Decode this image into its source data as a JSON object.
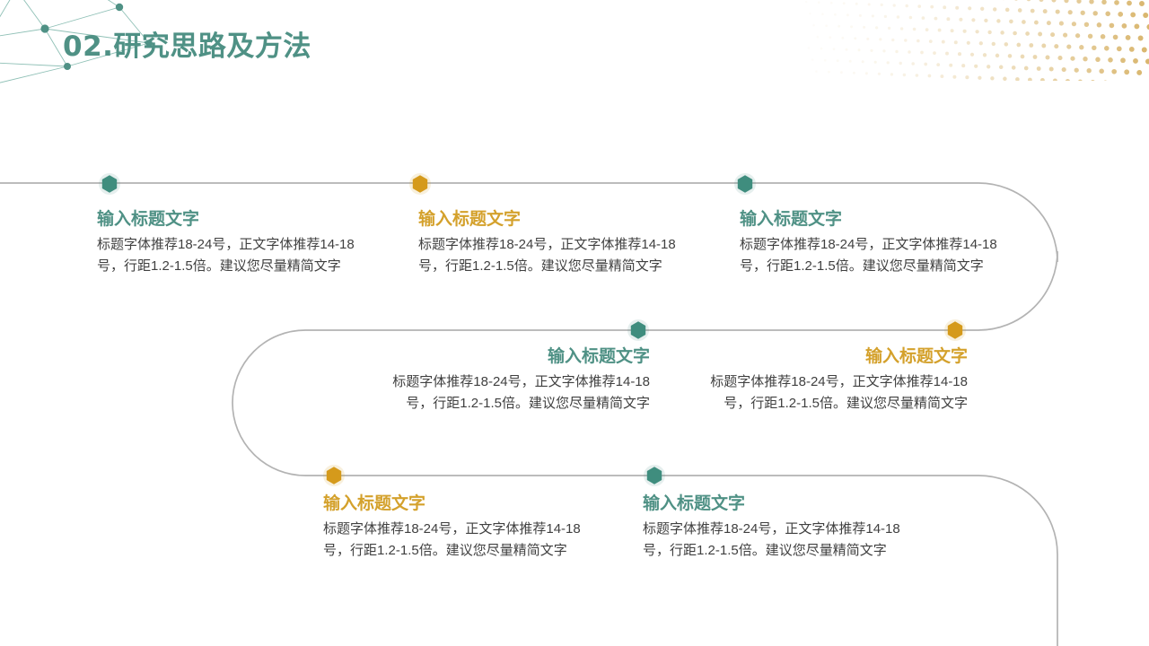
{
  "slide": {
    "title": "02.研究思路及方法",
    "background_color": "#ffffff",
    "accent_teal": "#4f9185",
    "accent_gold": "#d4a12c",
    "body_text_color": "#404040",
    "path_color": "#b3b3b3"
  },
  "decorations": {
    "network_graphic": "node-network-icon",
    "dot_pattern": "halftone-dots-icon",
    "network_color": "#5f9e91",
    "dot_color": "#d8b46a"
  },
  "steps": [
    {
      "id": 1,
      "marker": "hexagon-marker-teal",
      "color": "teal",
      "align": "left",
      "title": "输入标题文字",
      "body": "标题字体推荐18-24号，正文字体推荐14-18号，行距1.2-1.5倍。建议您尽量精简文字"
    },
    {
      "id": 2,
      "marker": "hexagon-marker-gold",
      "color": "gold",
      "align": "left",
      "title": "输入标题文字",
      "body": "标题字体推荐18-24号，正文字体推荐14-18号，行距1.2-1.5倍。建议您尽量精简文字"
    },
    {
      "id": 3,
      "marker": "hexagon-marker-teal",
      "color": "teal",
      "align": "left",
      "title": "输入标题文字",
      "body": "标题字体推荐18-24号，正文字体推荐14-18号，行距1.2-1.5倍。建议您尽量精简文字"
    },
    {
      "id": 4,
      "marker": "hexagon-marker-teal",
      "color": "teal",
      "align": "right",
      "title": "输入标题文字",
      "body": "标题字体推荐18-24号，正文字体推荐14-18号，行距1.2-1.5倍。建议您尽量精简文字"
    },
    {
      "id": 5,
      "marker": "hexagon-marker-gold",
      "color": "gold",
      "align": "right",
      "title": "输入标题文字",
      "body": "标题字体推荐18-24号，正文字体推荐14-18号，行距1.2-1.5倍。建议您尽量精简文字"
    },
    {
      "id": 6,
      "marker": "hexagon-marker-gold",
      "color": "gold",
      "align": "left",
      "title": "输入标题文字",
      "body": "标题字体推荐18-24号，正文字体推荐14-18号，行距1.2-1.5倍。建议您尽量精简文字"
    },
    {
      "id": 7,
      "marker": "hexagon-marker-teal",
      "color": "teal",
      "align": "left",
      "title": "输入标题文字",
      "body": "标题字体推荐18-24号，正文字体推荐14-18号，行距1.2-1.5倍。建议您尽量精简文字"
    }
  ]
}
